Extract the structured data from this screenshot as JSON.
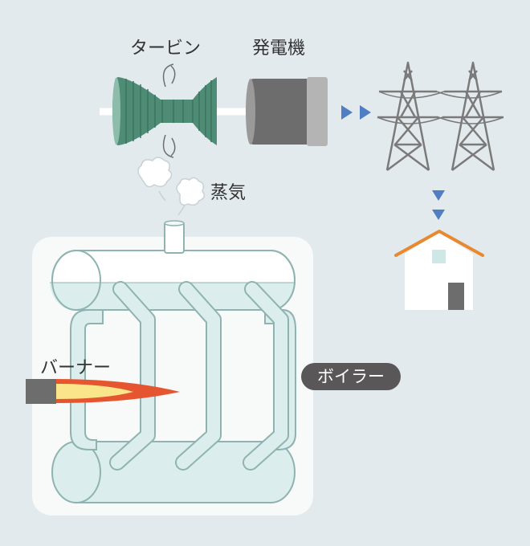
{
  "labels": {
    "turbine": "タービン",
    "generator": "発電機",
    "steam": "蒸気",
    "burner": "バーナー",
    "boiler": "ボイラー"
  },
  "colors": {
    "background": "#e3eaee",
    "turbine": "#4e8c76",
    "generator": "#6d6d6d",
    "tower": "#7a7a7a",
    "arrow": "#4f7ec2",
    "house_roof": "#e8892f",
    "water": "#dbeeed",
    "pipe_stroke": "#8fb3b0",
    "flame_outer": "#e5552f",
    "flame_inner": "#fbe58b",
    "boiler_badge": "#595757"
  }
}
